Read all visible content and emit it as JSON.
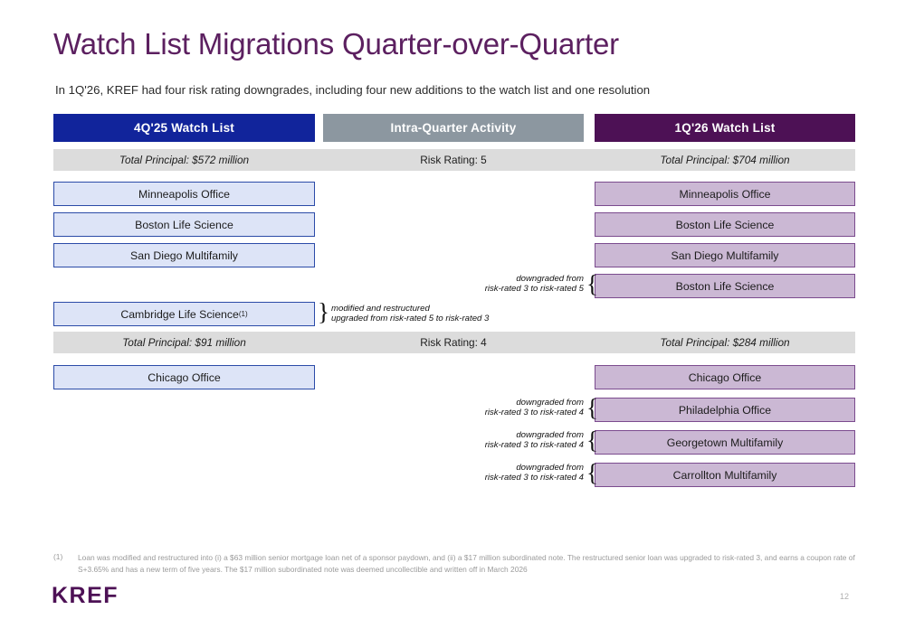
{
  "slide": {
    "title": "Watch List Migrations Quarter-over-Quarter",
    "subtitle": "In 1Q'26, KREF had four risk rating downgrades, including four new additions to the watch list and one resolution",
    "page_number": "12",
    "logo": "KREF",
    "colors": {
      "title_purple": "#5c2060",
      "header_blue": "#11249b",
      "header_gray": "#8c97a0",
      "header_purple": "#4d1155",
      "strip_gray": "#dcdcdc",
      "box_blue_fill": "#dde4f7",
      "box_blue_border": "#2b4ba8",
      "box_purple_fill": "#cbb8d4",
      "box_purple_border": "#7b4b8e",
      "footnote_gray": "#9a9a9a"
    }
  },
  "columns": {
    "left": "4Q'25 Watch List",
    "center": "Intra-Quarter Activity",
    "right": "1Q'26 Watch List"
  },
  "sections": [
    {
      "id": "risk-5",
      "left_total": "Total Principal: $572 million",
      "center_label": "Risk Rating: 5",
      "right_total": "Total Principal: $704 million",
      "left_boxes": [
        "Minneapolis Office",
        "Boston Life Science",
        "San Diego Multifamily"
      ],
      "right_boxes": [
        "Minneapolis Office",
        "Boston Life Science",
        "San Diego Multifamily",
        "Boston Life Science"
      ],
      "resolution_box": "Cambridge Life Science",
      "resolution_box_superscript": "(1)",
      "annotations": {
        "downgrade_to_5_line1": "downgraded from",
        "downgrade_to_5_line2": "risk-rated 3 to risk-rated 5",
        "modified_line1": "modified and restructured",
        "modified_line2": "upgraded from risk-rated 5 to risk-rated 3"
      }
    },
    {
      "id": "risk-4",
      "left_total": "Total Principal: $91 million",
      "center_label": "Risk Rating: 4",
      "right_total": "Total Principal: $284 million",
      "left_boxes": [
        "Chicago Office"
      ],
      "right_boxes": [
        "Chicago Office",
        "Philadelphia Office",
        "Georgetown Multifamily",
        "Carrollton Multifamily"
      ],
      "annotations": {
        "downgrade_line1": "downgraded from",
        "downgrade_line2": "risk-rated 3 to risk-rated 4"
      }
    }
  ],
  "footnote": {
    "marker": "(1)",
    "text": "Loan was modified and restructured into (i) a $63 million senior mortgage loan net of a sponsor paydown, and (ii) a $17 million subordinated note. The restructured senior loan was upgraded to risk-rated 3, and earns a coupon rate of S+3.65% and has a new term of five years. The $17 million subordinated note was deemed uncollectible and written off in March 2026"
  },
  "brace_glyph": "}",
  "brace_glyph_open": "{"
}
